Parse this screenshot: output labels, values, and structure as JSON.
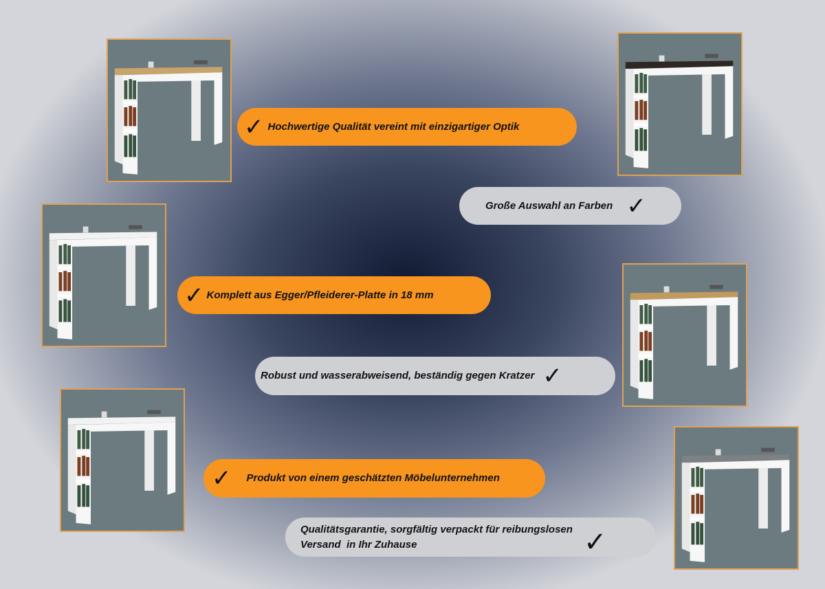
{
  "products": [
    {
      "top_color": "#c9a46a"
    },
    {
      "top_color": "#2e2723"
    },
    {
      "top_color": "#f2f2f2"
    },
    {
      "top_color": "#c29a5e"
    },
    {
      "top_color": "#f2f2f2"
    },
    {
      "top_color": "#7d8184"
    }
  ],
  "features": [
    {
      "text": "Hochwertige Qualität vereint mit einzigartiger Optik",
      "style": "orange",
      "icon": "check-icon"
    },
    {
      "text": "Große Auswahl an Farben",
      "style": "grey",
      "icon": "check-icon"
    },
    {
      "text": "Komplett aus Egger/Pfleiderer-Platte in 18 mm",
      "style": "orange",
      "icon": "check-icon"
    },
    {
      "text": "Robust und wasserabweisend, beständig gegen Kratzer",
      "style": "grey",
      "icon": "check-icon"
    },
    {
      "text": "Produkt von einem geschätzten Möbelunternehmen",
      "style": "orange",
      "icon": "check-icon"
    },
    {
      "text_line1": "Qualitätsgarantie, sorgfältig verpackt für reibungslosen",
      "text_line2": "Versand  in Ihr Zuhause",
      "style": "grey",
      "icon": "check-icon"
    }
  ],
  "colors": {
    "accent_orange": "#f7951e",
    "pill_grey": "#cfd0d4",
    "frame_border": "#e0a055"
  }
}
